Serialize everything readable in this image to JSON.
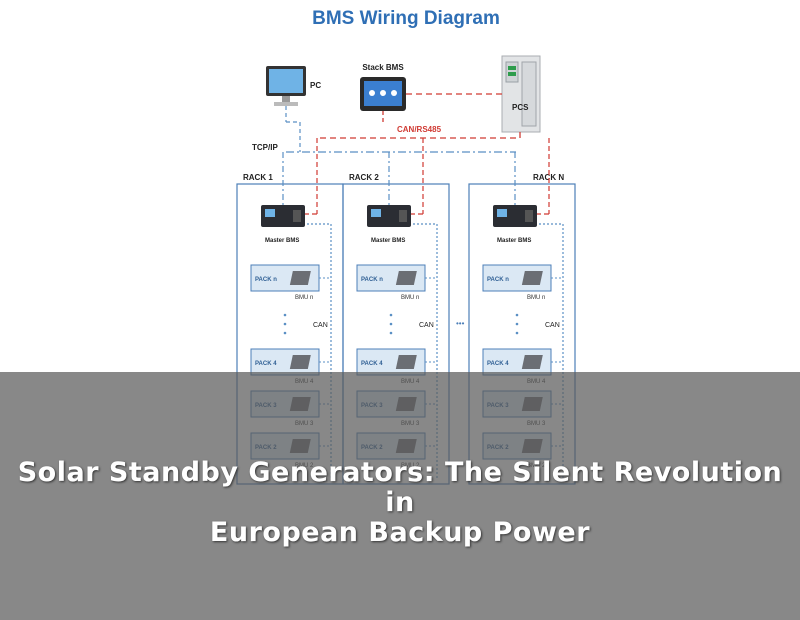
{
  "diagram": {
    "title": "BMS Wiring Diagram",
    "labels": {
      "pc": "PC",
      "stack_bms": "Stack BMS",
      "pcs": "PCS",
      "can_rs485": "CAN/RS485",
      "tcp_ip": "TCP/IP",
      "master_bms": "Master BMS",
      "can": "CAN",
      "ellipsis": "•••"
    },
    "racks": [
      {
        "name": "RACK 1"
      },
      {
        "name": "RACK 2"
      },
      {
        "name": "RACK N"
      }
    ],
    "packs": [
      {
        "pack": "PACK  n",
        "bmu": "BMU  n"
      },
      {
        "pack": "PACK  4",
        "bmu": "BMU  4"
      },
      {
        "pack": "PACK  3",
        "bmu": "BMU  3"
      },
      {
        "pack": "PACK  2",
        "bmu": "BMU  2"
      }
    ],
    "colors": {
      "title": "#2f6fb5",
      "rack_border": "#4d7fb8",
      "pack_fill": "#dbe8f4",
      "can_red": "#d03a33",
      "tcp_blue": "#5a8fc4"
    }
  },
  "banner": {
    "line1": "Solar Standby Generators: The Silent Revolution in",
    "line2": "European Backup Power"
  }
}
